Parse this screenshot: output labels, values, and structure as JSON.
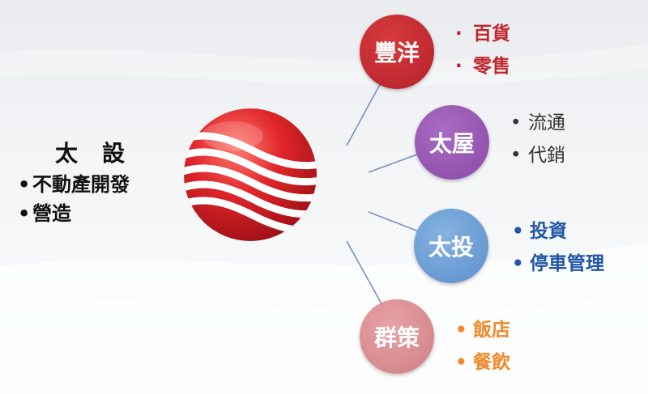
{
  "hub": {
    "title": "太設",
    "items": [
      "不動產開發",
      "營造"
    ]
  },
  "branches": [
    {
      "label": "豐洋",
      "color": "#c0272d",
      "text_color": "#c0272d",
      "items": [
        "百貨",
        "零售"
      ]
    },
    {
      "label": "太屋",
      "color": "#9a5ab5",
      "text_color": "#333333",
      "items": [
        "流通",
        "代銷"
      ]
    },
    {
      "label": "太投",
      "color": "#6ea0d6",
      "text_color": "#1f56a8",
      "items": [
        "投資",
        "停車管理"
      ]
    },
    {
      "label": "群策",
      "color": "#d88d91",
      "text_color": "#f08a2c",
      "items": [
        "飯店",
        "餐飲"
      ]
    }
  ]
}
